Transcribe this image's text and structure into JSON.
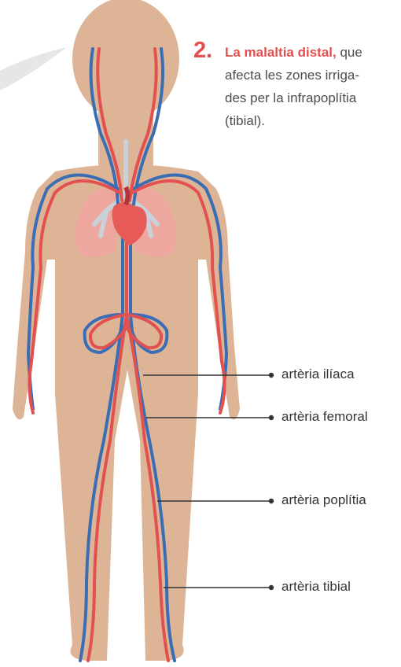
{
  "note": {
    "number": "2.",
    "lead": "La malaltia distal,",
    "line1_rest": " que",
    "line2": "afecta les zones irriga-",
    "line3": "des per la infrapoplítia",
    "line4": "(tibial)."
  },
  "labels": {
    "iliac": "artèria ilíaca",
    "femoral": "artèria femoral",
    "popliteal": "artèria poplítia",
    "tibial": "artèria tibial"
  },
  "colors": {
    "skin": "#ddb596",
    "artery": "#e2504f",
    "vein": "#3a6db3",
    "lung": "#f1a5a1",
    "heart": "#e65a57",
    "trachea": "#c9d0d8",
    "leader": "#333333"
  }
}
